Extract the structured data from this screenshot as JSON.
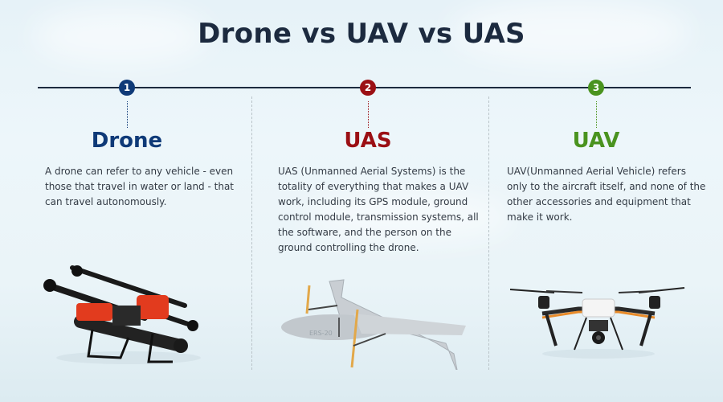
{
  "title": "Drone vs UAV vs UAS",
  "colors": {
    "title": "#1c2a3f",
    "drone": "#0f3a78",
    "uas": "#9b0f14",
    "uav": "#4a931f",
    "timeline": "#1c2a3f"
  },
  "columns": [
    {
      "number": "1",
      "heading": "Drone",
      "description": "A drone can refer to any vehicle - even those that travel in water or land - that can travel autonomously.",
      "image": "multirotor-drone-red-black-icon"
    },
    {
      "number": "2",
      "heading": "UAS",
      "description": "UAS (Unmanned Aerial Systems) is the totality of everything that makes a UAV work, including its GPS module, ground control module, transmission systems, all the software, and the person on the ground controlling the drone.",
      "image": "fixed-wing-vtol-drone-icon",
      "image_label": "ERS-20"
    },
    {
      "number": "3",
      "heading": "UAV",
      "description": "UAV(Unmanned Aerial Vehicle) refers only to the aircraft itself, and none of the other accessories and equipment that make it work.",
      "image": "quadcopter-camera-drone-icon"
    }
  ]
}
